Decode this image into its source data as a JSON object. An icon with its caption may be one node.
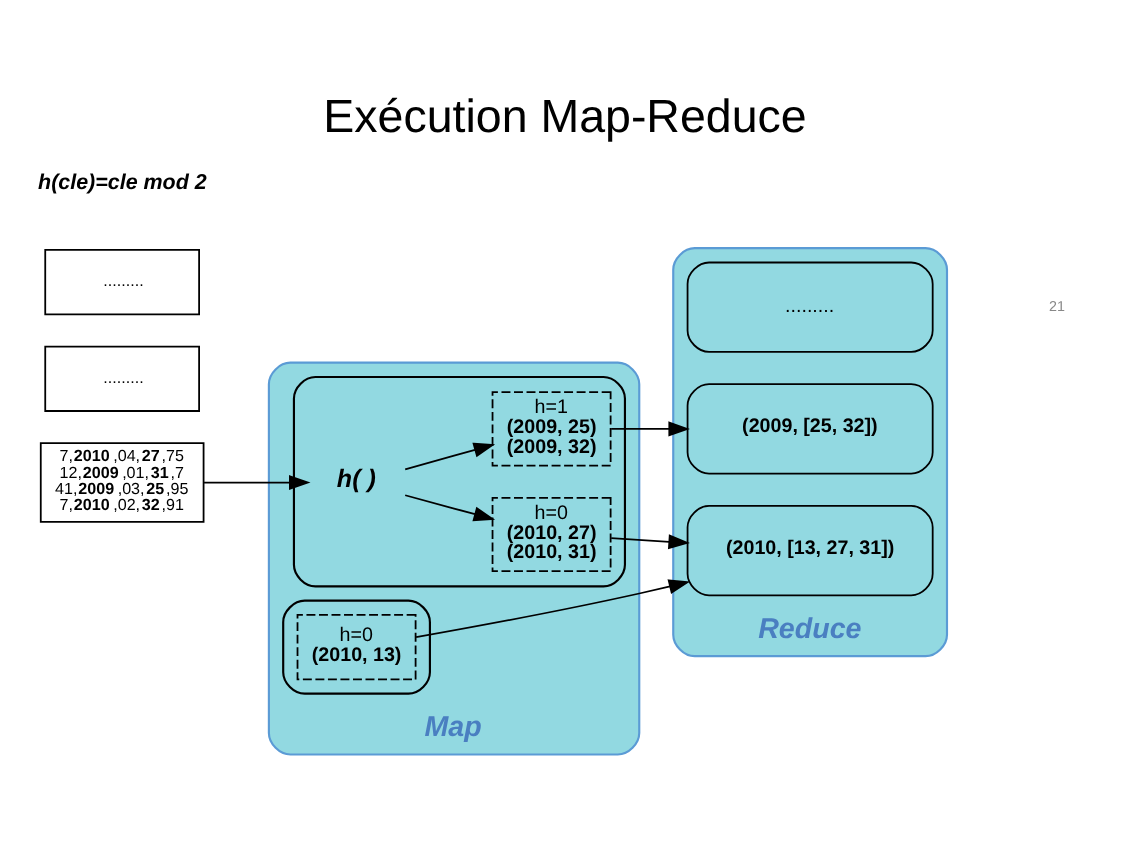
{
  "diagram": {
    "title": "Exécution Map-Reduce",
    "nodes": [
      {
        "text": [
          "7,**2010**,04,**27**,75 12,**2009**,01,**31**,7 41,**2009**,03,**25**,95 7,**2010**,02,**32**,91"
        ]
      },
      {
        "text": [
          "........."
        ]
      },
      {
        "text": [
          "........."
        ]
      },
      {
        "text": [
          "Map"
        ]
      },
      {
        "text": [],
        "shape": "box",
        "in": 3
      },
      {
        "text": [
          "h( )"
        ],
        "in": 4
      },
      {
        "text": [
          "h=0",
          "(2010, 27) (2010, 31)"
        ],
        "in": 4
      },
      {
        "text": [
          "h=1",
          "(2009, 25) (2009, 32)"
        ],
        "in": 4
      },
      {
        "text": [],
        "shape": "box",
        "in": 3
      },
      {
        "text": [
          "h=0",
          "(2010, 13)"
        ],
        "in": 8
      },
      {
        "text": [
          "Reduce"
        ]
      },
      {
        "text": [
          "(2010, [13, 27, 31])"
        ],
        "in": 10
      },
      {
        "text": [
          "(2009, [25, 32])"
        ],
        "in": 10
      },
      {
        "text": [
          "........."
        ],
        "in": 10
      }
    ],
    "edges": [
      {
        "from": 0,
        "to": 5,
        "arrow": "to"
      },
      {
        "from": 5,
        "to": 6,
        "arrow": "to"
      },
      {
        "from": 5,
        "to": 7,
        "arrow": "to"
      },
      {
        "from": 6,
        "to": 11,
        "arrow": "to"
      },
      {
        "from": 7,
        "to": 12,
        "arrow": "to"
      },
      {
        "from": 9,
        "to": 11,
        "arrow": "to"
      }
    ],
    "labels": [
      "h(cle)=cle mod 2",
      "21"
    ]
  }
}
